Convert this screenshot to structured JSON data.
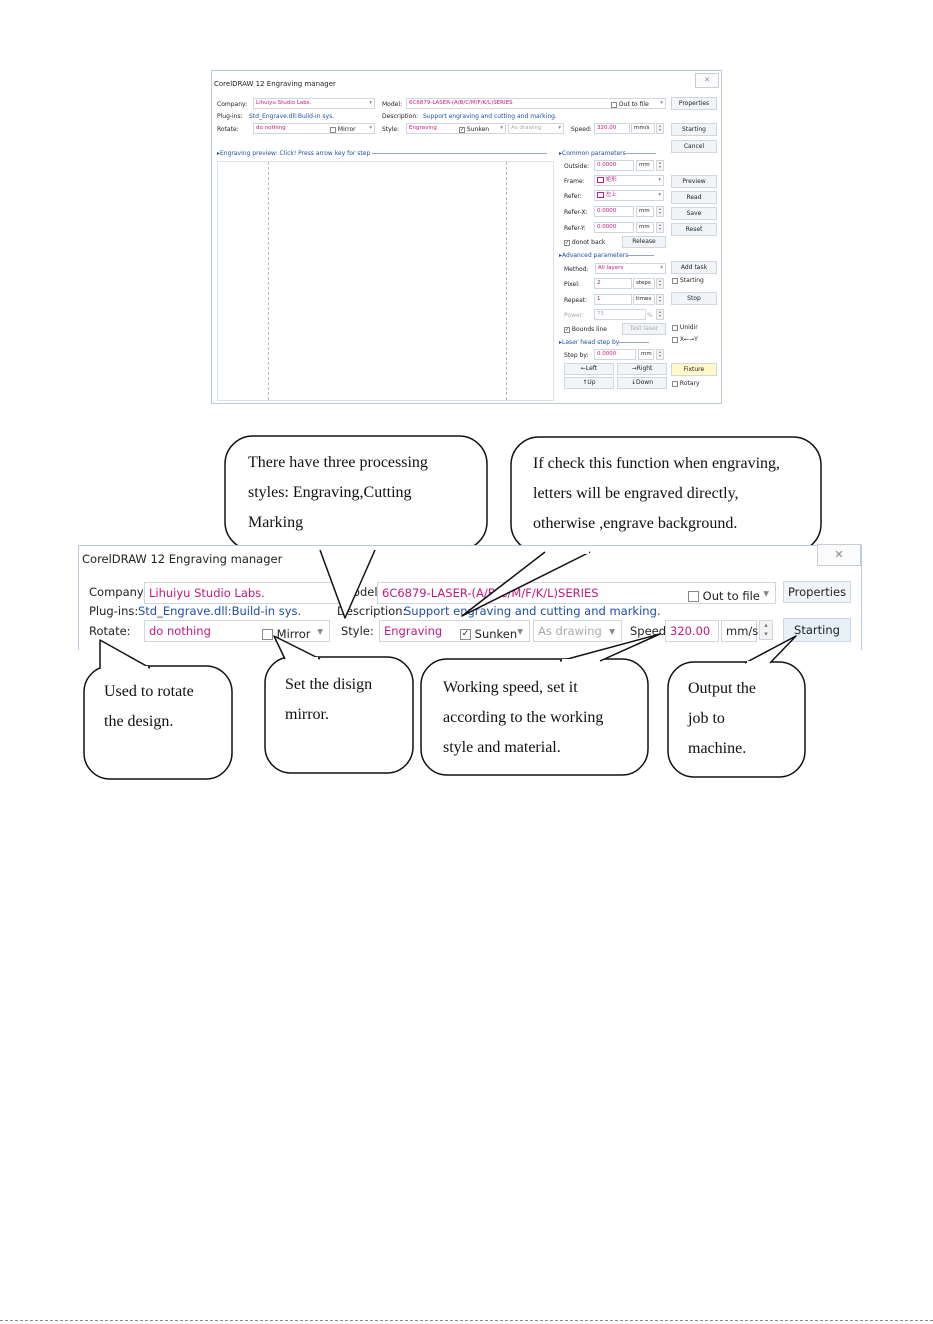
{
  "small": {
    "title": "CorelDRAW 12 Engraving manager",
    "close": "✕",
    "company_label": "Company:",
    "company_value": "Lihuiyu Studio Labs.",
    "model_label": "Model:",
    "model_value": "6C6879-LASER-(A/B/C/M/F/K/L)SERIES",
    "out_to_file": "Out to file",
    "properties": "Properties",
    "plugins_label": "Plug-ins:",
    "plugins_value": "Std_Engrave.dll:Build-in sys.",
    "description_label": "Description:",
    "description_value": "Support engraving and cutting and marking.",
    "rotate_label": "Rotate:",
    "rotate_value": "do nothing",
    "mirror": "Mirror",
    "style_label": "Style:",
    "style_value": "Engraving",
    "sunken": "Sunken",
    "as_drawing": "As drawing",
    "speed_label": "Speed:",
    "speed_value": "320.00",
    "speed_unit": "mm/s",
    "starting": "Starting",
    "cancel": "Cancel",
    "preview_label": "Engraving preview: Click! Press arrow key for step",
    "common_params": "Common parameters",
    "outside_label": "Outside:",
    "outside_value": "0.0000",
    "mm": "mm",
    "frame_label": "Frame:",
    "frame_value": "矩形",
    "refer_label": "Refer:",
    "refer_value": "左上",
    "refer_x_label": "Refer-X:",
    "refer_x_value": "0.0000",
    "refer_y_label": "Refer-Y:",
    "refer_y_value": "0.0000",
    "donot_back": "donot back",
    "release": "Release",
    "preview_btn": "Preview",
    "read_btn": "Read",
    "save_btn": "Save",
    "reset_btn": "Reset",
    "advanced_params": "Advanced parameters",
    "method_label": "Method:",
    "method_value": "All layers",
    "pixel_label": "Pixel:",
    "pixel_value": "2",
    "pixel_unit": "steps",
    "repeat_label": "Repeat:",
    "repeat_value": "1",
    "repeat_unit": "times",
    "power_label": "Power:",
    "power_value": "75",
    "power_unit": "%",
    "bounds_line": "Bounds line",
    "test_laser": "Test laser",
    "add_task": "Add task",
    "starting_chk": "Starting",
    "stop": "Stop",
    "unidir": "Unidir",
    "x_y": "X←→Y",
    "laser_head_step": "Laser head step by",
    "step_by_label": "Step by:",
    "step_by_value": "0.0000",
    "left": "←Left",
    "right": "→Right",
    "up": "↑Up",
    "down": "↓Down",
    "fixture": "Fixture",
    "rotary": "Rotary"
  },
  "large": {
    "title": "CorelDRAW 12 Engraving manager",
    "close": "✕",
    "company_label": "Company:",
    "company_value": "Lihuiyu Studio Labs.",
    "model_label": "Model:",
    "model_value": "6C6879-LASER-(A/B/C/M/F/K/L)SERIES",
    "out_to_file": "Out to file",
    "properties": "Properties",
    "plugins_label": "Plug-ins:",
    "plugins_value": "Std_Engrave.dll:Build-in sys.",
    "description_label": "Description:",
    "description_value": "Support engraving and cutting and marking.",
    "rotate_label": "Rotate:",
    "rotate_value": "do nothing",
    "mirror": "Mirror",
    "style_label": "Style:",
    "style_value": "Engraving",
    "sunken": "Sunken",
    "as_drawing": "As drawing",
    "speed_label": "Speed:",
    "speed_value": "320.00",
    "speed_unit": "mm/s",
    "starting": "Starting"
  },
  "callouts": {
    "styles": [
      "There have three processing",
      "styles: Engraving,Cutting",
      "Marking"
    ],
    "sunken": [
      "If check this function when engraving,",
      "letters will be engraved directly,",
      "otherwise ,engrave background."
    ],
    "rotate": [
      "Used to rotate",
      "the design."
    ],
    "mirror": [
      "Set the disign",
      "mirror."
    ],
    "speed": [
      "Working speed, set it",
      "according to the working",
      "style and material."
    ],
    "starting": [
      "Output the",
      "job to",
      "machine."
    ]
  }
}
